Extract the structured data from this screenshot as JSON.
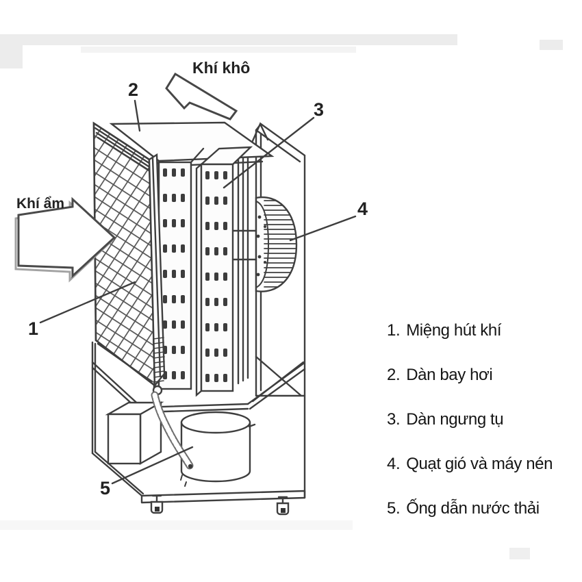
{
  "diagram": {
    "flow_labels": {
      "humid_air": "Khí ẩm",
      "dry_air": "Khí khô"
    },
    "callouts": {
      "c1": "1",
      "c2": "2",
      "c3": "3",
      "c4": "4",
      "c5": "5"
    },
    "legend": {
      "items": [
        {
          "num": "1.",
          "label": "Miệng hút khí"
        },
        {
          "num": "2.",
          "label": "Dàn bay hơi"
        },
        {
          "num": "3.",
          "label": "Dàn ngưng tụ"
        },
        {
          "num": "4.",
          "label": "Quạt gió và máy nén"
        },
        {
          "num": "5.",
          "label": "Ống dẫn nước thải"
        }
      ]
    },
    "colors": {
      "line": "#3e3e3e",
      "text": "#1a1a1a",
      "slot_fill": "#3d3d3d",
      "arrow_shadow": "#a3a3a3",
      "scan_band": "#ececec",
      "background": "#ffffff"
    }
  }
}
